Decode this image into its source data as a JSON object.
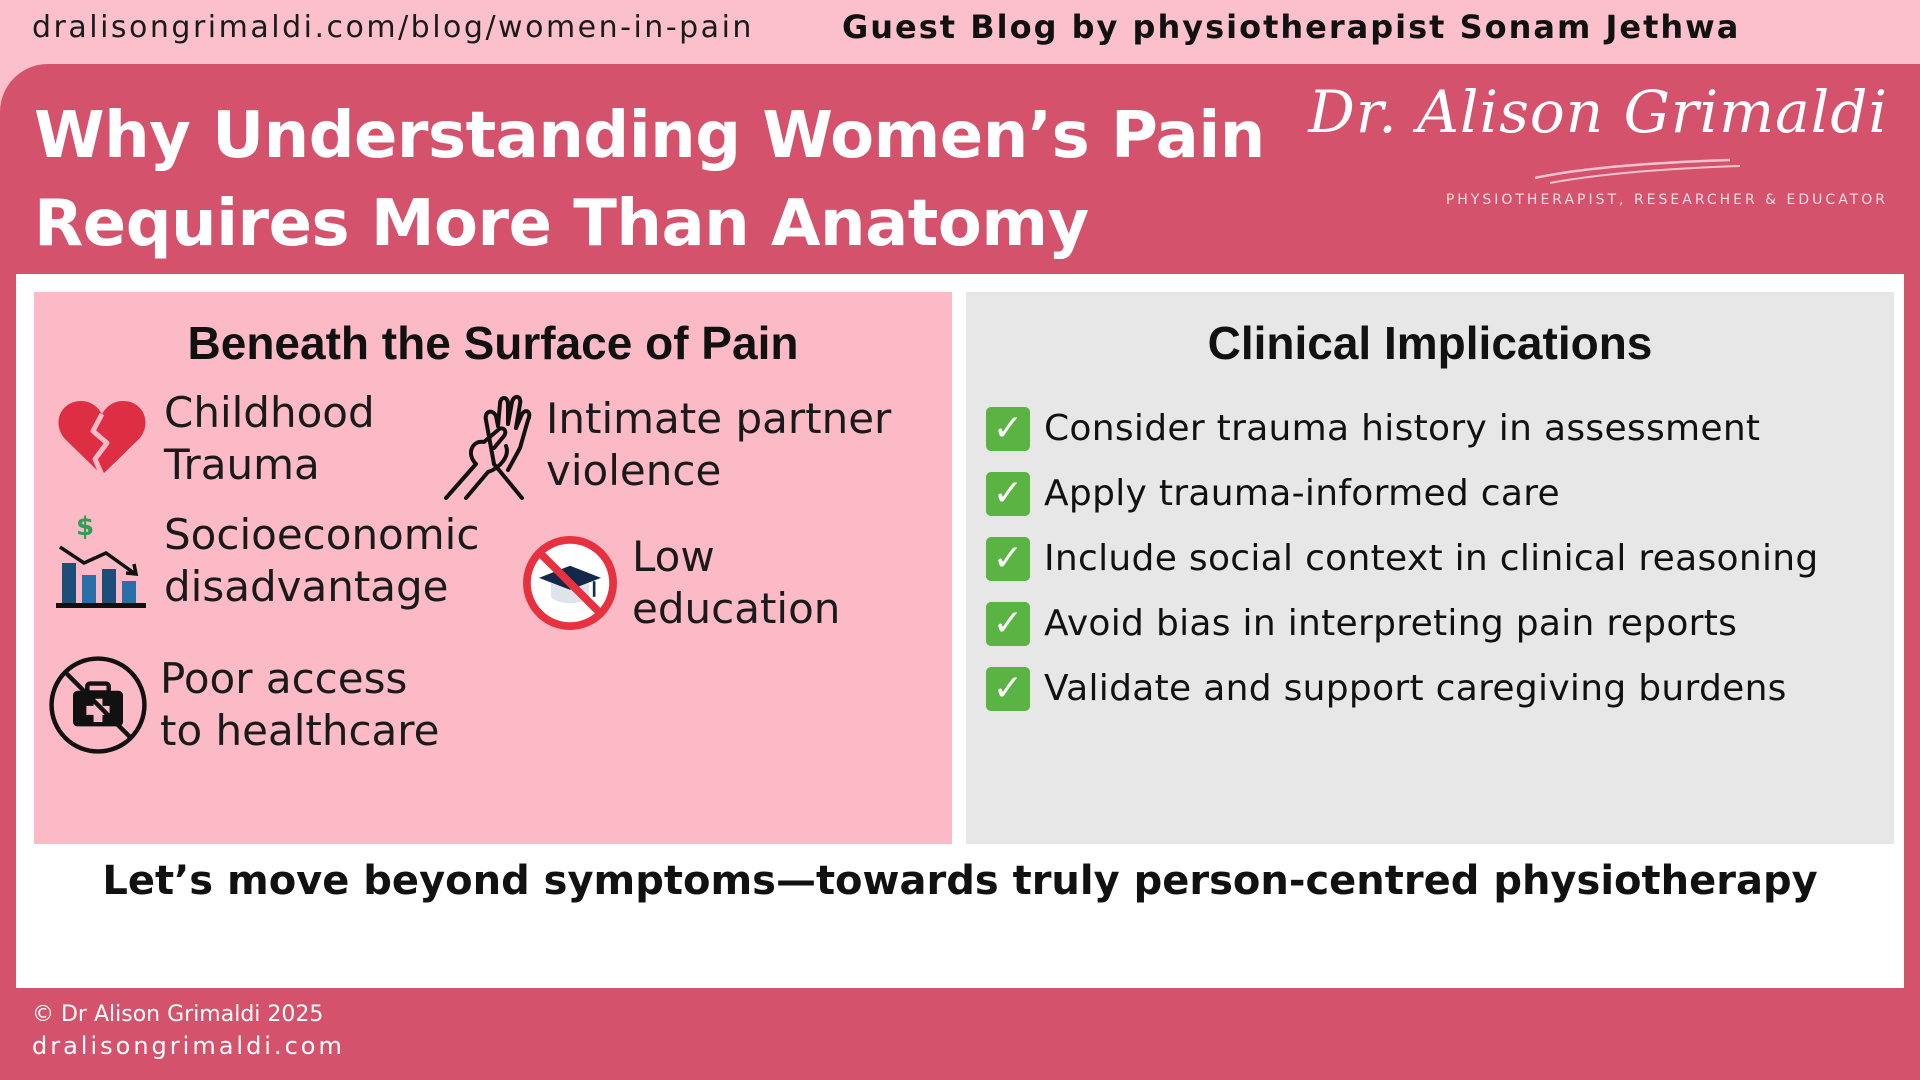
{
  "header": {
    "url": "dralisongrimaldi.com/blog/women-in-pain",
    "guest": "Guest Blog by physiotherapist Sonam Jethwa"
  },
  "title": {
    "line1": "Why Understanding Women’s Pain",
    "line2": "Requires More Than Anatomy"
  },
  "logo": {
    "script": "Dr. Alison Grimaldi",
    "tagline": "PHYSIOTHERAPIST, RESEARCHER & EDUCATOR"
  },
  "left_panel": {
    "heading": "Beneath the Surface of Pain",
    "factors": [
      {
        "icon": "broken-heart-icon",
        "lines": [
          "Childhood",
          "Trauma"
        ]
      },
      {
        "icon": "grabbed-wrist-icon",
        "lines": [
          "Intimate partner",
          "violence"
        ]
      },
      {
        "icon": "declining-finance-chart-icon",
        "lines": [
          "Socioeconomic",
          "disadvantage"
        ]
      },
      {
        "icon": "no-graduation-cap-icon",
        "lines": [
          "Low",
          "education"
        ]
      },
      {
        "icon": "no-medical-kit-icon",
        "lines": [
          "Poor access",
          "to healthcare"
        ]
      }
    ]
  },
  "right_panel": {
    "heading": "Clinical Implications",
    "items": [
      "Consider trauma history in assessment",
      "Apply trauma-informed care",
      "Include social context in clinical reasoning",
      "Avoid bias in interpreting pain reports",
      "Validate and support caregiving burdens"
    ],
    "check_glyph": "✓"
  },
  "tagline": "Let’s move beyond symptoms—towards truly person-centred physiotherapy",
  "footer": {
    "copyright": "© Dr Alison Grimaldi 2025",
    "site": "dralisongrimaldi.com"
  },
  "colors": {
    "accent": "#d5526d",
    "light_pink": "#fbc0cb",
    "panel_grey": "#e6e7e6",
    "check_green": "#5ab342"
  }
}
